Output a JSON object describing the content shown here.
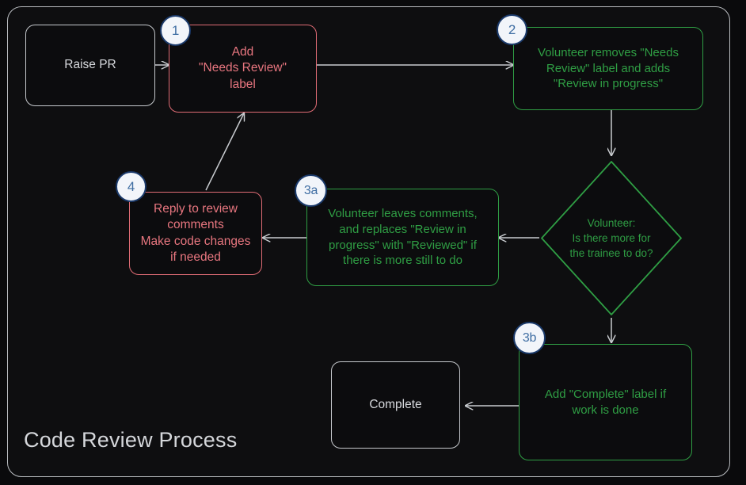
{
  "diagram": {
    "title": "Code Review Process",
    "type": "flowchart",
    "theme": {
      "page_background": "#0a0a0c",
      "frame_background": "#0e0e10",
      "frame_border": "#b9bcc0",
      "plain_node": "#c6c9cd",
      "red_node": "#e06c75",
      "green_node": "#2f9e44",
      "edge_color": "#c8cbcf",
      "badge_fill": "#f2f5fa",
      "badge_border": "#1b3a6b",
      "badge_text": "#3f6ea3"
    },
    "nodes": [
      {
        "id": "raise-pr",
        "label": "Raise PR",
        "style": "plain",
        "shape": "rounded-rect",
        "badge": null
      },
      {
        "id": "add-needs-review",
        "label": "Add\n\"Needs Review\"\nlabel",
        "style": "red",
        "shape": "rounded-rect",
        "badge": "1"
      },
      {
        "id": "volunteer-takes-review",
        "label": "Volunteer removes \"Needs\nReview\" label and adds\n\"Review in progress\"",
        "style": "green",
        "shape": "rounded-rect",
        "badge": "2"
      },
      {
        "id": "decision-more-work",
        "label": "Volunteer:\nIs there more for\nthe trainee to do?",
        "style": "green",
        "shape": "diamond",
        "badge": null
      },
      {
        "id": "volunteer-leaves-comments",
        "label": "Volunteer leaves comments,\nand replaces \"Review in\nprogress\" with \"Reviewed\" if\nthere is more still to do",
        "style": "green",
        "shape": "rounded-rect",
        "badge": "3a"
      },
      {
        "id": "reply-to-comments",
        "label": "Reply to review\ncomments\nMake code changes\nif needed",
        "style": "red",
        "shape": "rounded-rect",
        "badge": "4"
      },
      {
        "id": "add-complete-label",
        "label": "Add \"Complete\" label if\nwork is done",
        "style": "green",
        "shape": "rounded-rect",
        "badge": "3b"
      },
      {
        "id": "complete",
        "label": "Complete",
        "style": "plain",
        "shape": "rounded-rect",
        "badge": null
      }
    ],
    "edges": [
      {
        "from": "raise-pr",
        "to": "add-needs-review",
        "label": ""
      },
      {
        "from": "add-needs-review",
        "to": "volunteer-takes-review",
        "label": ""
      },
      {
        "from": "volunteer-takes-review",
        "to": "decision-more-work",
        "label": ""
      },
      {
        "from": "decision-more-work",
        "to": "volunteer-leaves-comments",
        "label": ""
      },
      {
        "from": "decision-more-work",
        "to": "add-complete-label",
        "label": ""
      },
      {
        "from": "volunteer-leaves-comments",
        "to": "reply-to-comments",
        "label": ""
      },
      {
        "from": "reply-to-comments",
        "to": "add-needs-review",
        "label": ""
      },
      {
        "from": "add-complete-label",
        "to": "complete",
        "label": ""
      }
    ]
  }
}
